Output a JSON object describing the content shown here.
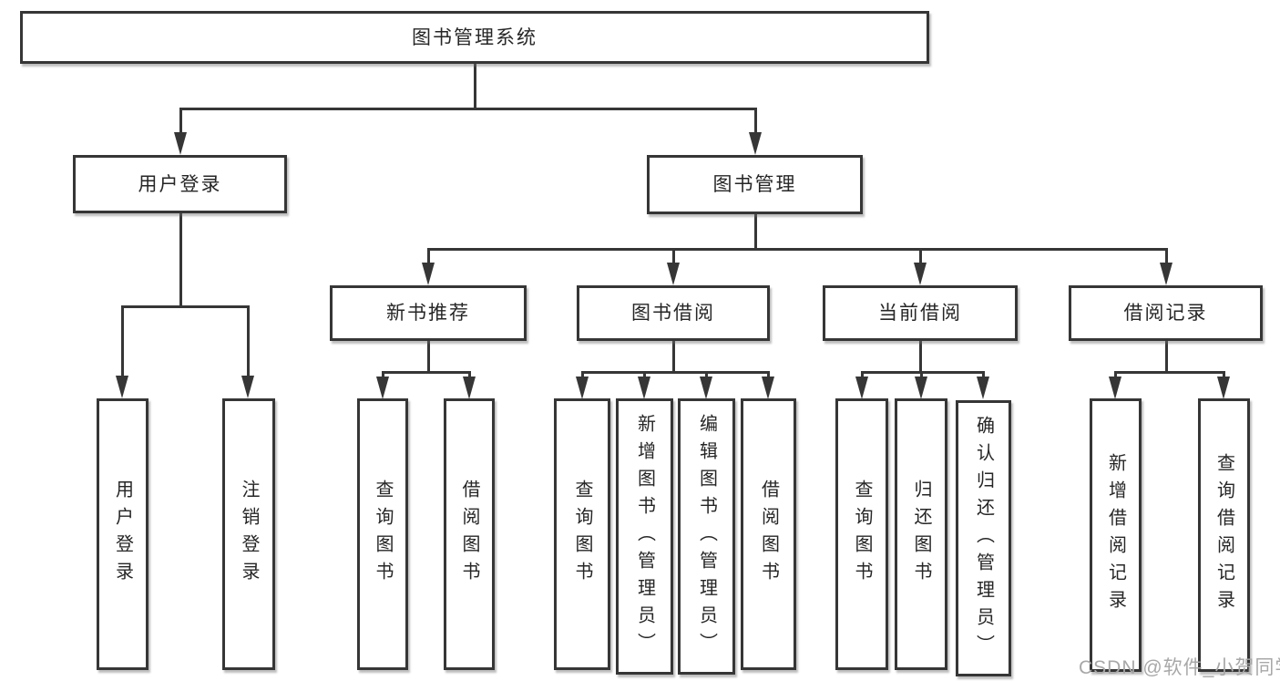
{
  "tree": {
    "label": "图书管理系统",
    "children": [
      {
        "label": "用户登录",
        "children": [
          {
            "label": "用户登录"
          },
          {
            "label": "注销登录"
          }
        ]
      },
      {
        "label": "图书管理",
        "children": [
          {
            "label": "新书推荐",
            "children": [
              {
                "label": "查询图书"
              },
              {
                "label": "借阅图书"
              }
            ]
          },
          {
            "label": "图书借阅",
            "children": [
              {
                "label": "查询图书"
              },
              {
                "label": "新增图书（管理员）"
              },
              {
                "label": "编辑图书（管理员）"
              },
              {
                "label": "借阅图书"
              }
            ]
          },
          {
            "label": "当前借阅",
            "children": [
              {
                "label": "查询图书"
              },
              {
                "label": "归还图书"
              },
              {
                "label": "确认归还（管理员）"
              }
            ]
          },
          {
            "label": "借阅记录",
            "children": [
              {
                "label": "新增借阅记录"
              },
              {
                "label": "查询借阅记录"
              }
            ]
          }
        ]
      }
    ]
  },
  "watermark": {
    "text": "CSDN @软件_小贺同学"
  },
  "colors": {
    "line": "#363636",
    "text": "#262626",
    "background": "#ffffff",
    "watermark": "#a8a8a8"
  }
}
